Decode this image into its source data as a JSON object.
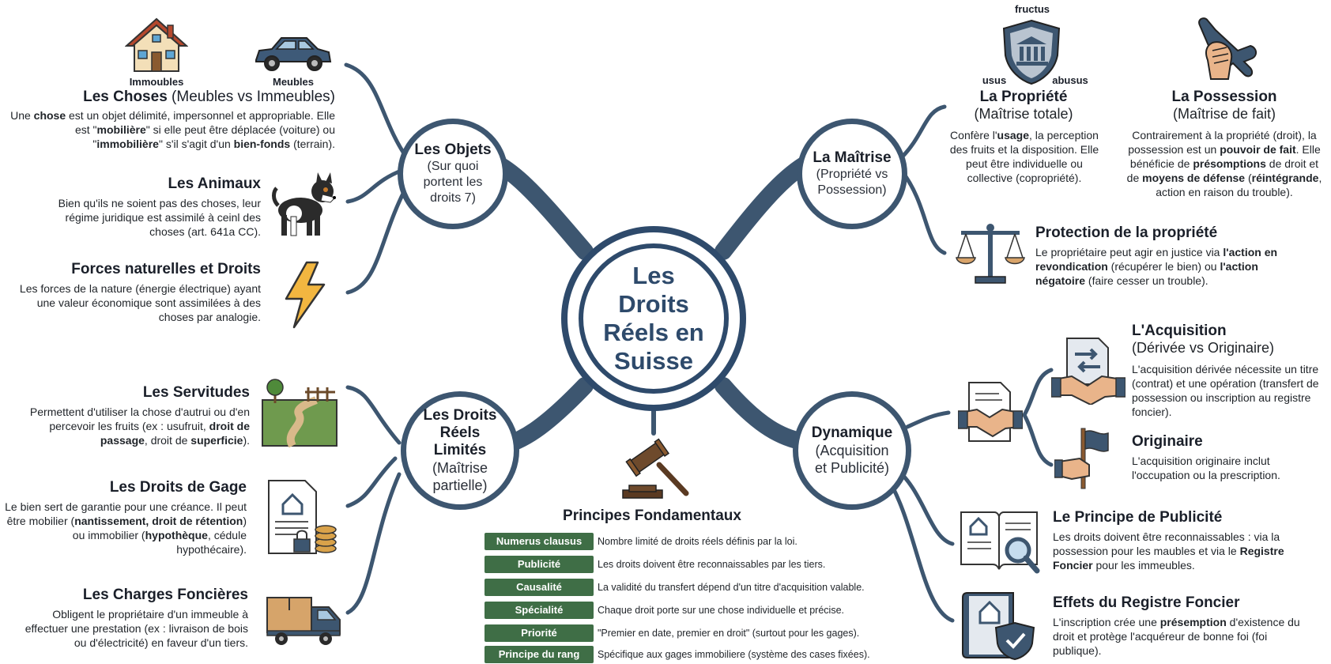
{
  "center": {
    "title": "Les Droits Réels en Suisse"
  },
  "branches": {
    "objets": {
      "title": "Les Objets",
      "subtitle": "(Sur quoi portent les droits 7)"
    },
    "maitrise": {
      "title": "La Maîtrise",
      "subtitle": "(Propriété vs Possession)"
    },
    "limites": {
      "title": "Les Droits Réels Limités",
      "subtitle": "(Maîtrise partielle)"
    },
    "dynamique": {
      "title": "Dynamique",
      "subtitle": "(Acquisition et Publicité)"
    }
  },
  "left_top": {
    "choses": {
      "icon_labels": {
        "immeubles": "Immoubles",
        "meubles": "Meubles"
      },
      "title_bold": "Les Choses",
      "title_normal": "(Meubles vs Immeubles)",
      "text_1": "Une ",
      "text_2": "chose",
      "text_3": " est un objet délimité, impersonnel et appropriable. Elle est \"",
      "text_4": "mobilière",
      "text_5": "\" si elle peut être déplacée (voiture) ou \"",
      "text_6": "immobilière",
      "text_7": "\" s'il s'agit d'un ",
      "text_8": "bien-fonds",
      "text_9": " (terrain)."
    },
    "animaux": {
      "title": "Les Animaux",
      "text": "Bien qu'ils ne soient pas des choses, leur régime juridique est assimilé à ceinl des choses (art. 641a CC)."
    },
    "forces": {
      "title": "Forces naturelles et Droits",
      "text": "Les forces de la nature (énergie électrique) ayant une valeur économique sont assimilées à des choses par analogie."
    }
  },
  "left_bottom": {
    "servitudes": {
      "title": "Les Servitudes",
      "text_1": "Permettent d'utiliser la chose d'autrui ou d'en percevoir les fruits (ex : usufruit, ",
      "text_2": "droit de passage",
      "text_3": ", droit de ",
      "text_4": "superficie",
      "text_5": ")."
    },
    "gage": {
      "title": "Les Droits de Gage",
      "text_1": "Le bien sert de garantie pour une créance. Il peut être mobilier (",
      "text_2": "nantissement, droit de rétention",
      "text_3": ") ou immobilier (",
      "text_4": "hypothèque",
      "text_5": ", cédule hypothécaire)."
    },
    "charges": {
      "title": "Les Charges Foncières",
      "text": "Obligent le propriétaire d'un immeuble à effectuer une prestation (ex : livraison de bois ou d'électricité) en faveur d'un tiers."
    }
  },
  "right_top": {
    "propriete": {
      "icon_labels": {
        "fructus": "fructus",
        "usus": "usus",
        "abusus": "abusus"
      },
      "title": "La Propriété",
      "subtitle": "(Maîtrise totale)",
      "text_1": "Confère l'",
      "text_2": "usage",
      "text_3": ", la perception des fruits et la disposition. Elle peut être individuelle ou collective (copropriété)."
    },
    "possession": {
      "title": "La Possession",
      "subtitle": "(Maîtrise de fait)",
      "text_1": "Contrairement à la propriété (droit), la possession est un ",
      "text_2": "pouvoir de fait",
      "text_3": ". Elle bénéficie de ",
      "text_4": "présomptions",
      "text_5": " de droit et de ",
      "text_6": "moyens de défense",
      "text_7": " (",
      "text_8": "réintégrande",
      "text_9": ", action en raison du trouble)."
    },
    "protection": {
      "title": "Protection de la propriété",
      "text_1": "Le propriétaire peut agir en justice via ",
      "text_2": "l'action en revondication",
      "text_3": " (récupérer le bien) ou ",
      "text_4": "l'action négatoire",
      "text_5": " (faire cesser un trouble)."
    }
  },
  "right_bottom": {
    "acquisition": {
      "title": "L'Acquisition",
      "subtitle": "(Dérivée vs Originaire)",
      "text": "L'acquisition dérivée nécessite un titre (contrat) et une opération (transfert de possession ou inscription au registre foncier)."
    },
    "originaire": {
      "title": "Originaire",
      "text": "L'acquisition originaire inclut l'occupation ou la prescription."
    },
    "publicite": {
      "title": "Le Principe de Publicité",
      "text_1": "Les droits doivent être reconnaissables : via la possession pour les maubles et via le ",
      "text_2": "Registre Foncier",
      "text_3": " pour les immeubles."
    },
    "effets": {
      "title": "Effets du Registre Foncier",
      "text_1": "L'inscription crée une ",
      "text_2": "présemption",
      "text_3": " d'existence du droit et protège l'acquéreur de bonne foi (foi publique)."
    }
  },
  "principes": {
    "title": "Principes Fondamentaux",
    "rows": [
      {
        "label": "Numerus clausus",
        "desc": "Nombre limité de droits réels définis par la loi."
      },
      {
        "label": "Publicité",
        "desc": "Les droits doivent être reconnaissables par les tiers."
      },
      {
        "label": "Causalité",
        "desc": "La validité du transfert dépend d'un titre d'acquisition valable."
      },
      {
        "label": "Spécialité",
        "desc": "Chaque droit porte sur une chose individuelle et précise."
      },
      {
        "label": "Priorité",
        "desc": "\"Premier en date, premier en droit\" (surtout pour les gages)."
      },
      {
        "label": "Principe du rang",
        "desc": "Spécifique aux gages immobiliere (système des cases fixées)."
      }
    ]
  },
  "colors": {
    "navy": "#2e4a6b",
    "branch": "#3d5670",
    "badge_green": "#3f6e46"
  }
}
